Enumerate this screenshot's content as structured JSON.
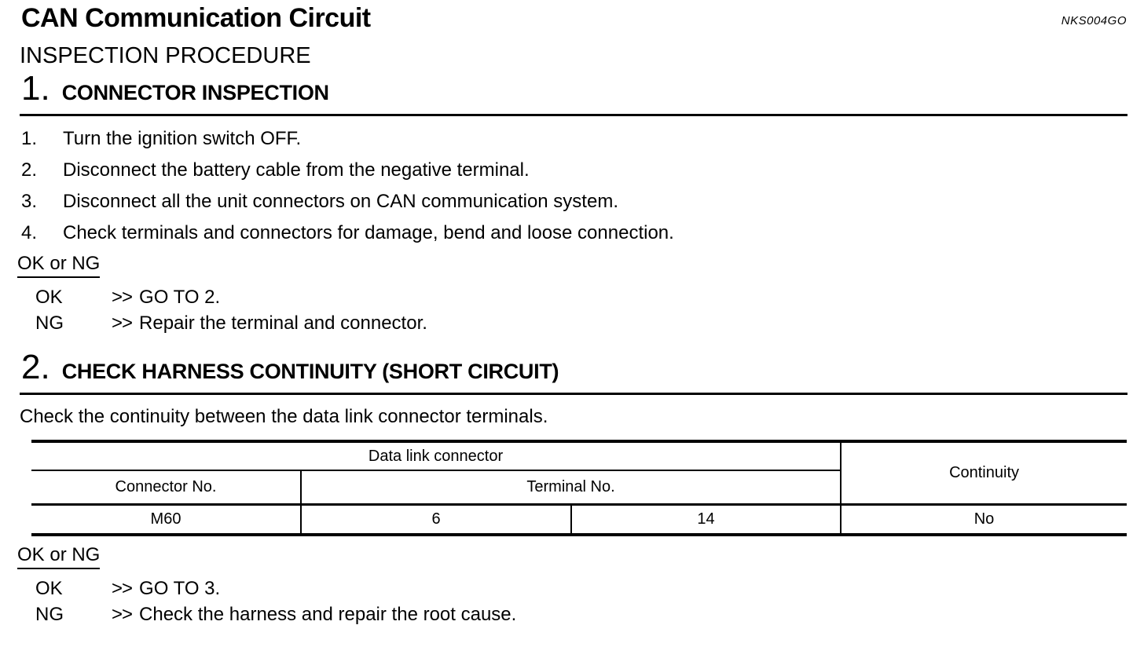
{
  "page": {
    "title": "CAN Communication Circuit",
    "doc_code": "NKS004GO",
    "subtitle": "INSPECTION PROCEDURE"
  },
  "sections": [
    {
      "number": "1.",
      "heading": "CONNECTOR INSPECTION",
      "steps": [
        {
          "num": "1.",
          "text": "Turn the ignition switch OFF."
        },
        {
          "num": "2.",
          "text": "Disconnect the battery cable from the negative terminal."
        },
        {
          "num": "3.",
          "text": "Disconnect all the unit connectors on CAN communication system."
        },
        {
          "num": "4.",
          "text": "Check terminals and connectors for damage, bend and loose connection."
        }
      ],
      "ok_ng_label": "OK or NG",
      "results": [
        {
          "label": "OK",
          "arrow": ">>",
          "text": "GO TO 2."
        },
        {
          "label": "NG",
          "arrow": ">>",
          "text": "Repair the terminal and connector."
        }
      ]
    },
    {
      "number": "2.",
      "heading": "CHECK HARNESS CONTINUITY (SHORT CIRCUIT)",
      "intro": "Check the continuity between the data link connector terminals.",
      "table": {
        "group_header": "Data link connector",
        "continuity_header": "Continuity",
        "connector_col_header": "Connector No.",
        "terminal_col_header": "Terminal No.",
        "row": {
          "connector_no": "M60",
          "terminal_1": "6",
          "terminal_2": "14",
          "continuity": "No"
        }
      },
      "ok_ng_label": "OK or NG",
      "results": [
        {
          "label": "OK",
          "arrow": ">>",
          "text": "GO TO 3."
        },
        {
          "label": "NG",
          "arrow": ">>",
          "text": "Check the harness and repair the root cause."
        }
      ]
    }
  ]
}
